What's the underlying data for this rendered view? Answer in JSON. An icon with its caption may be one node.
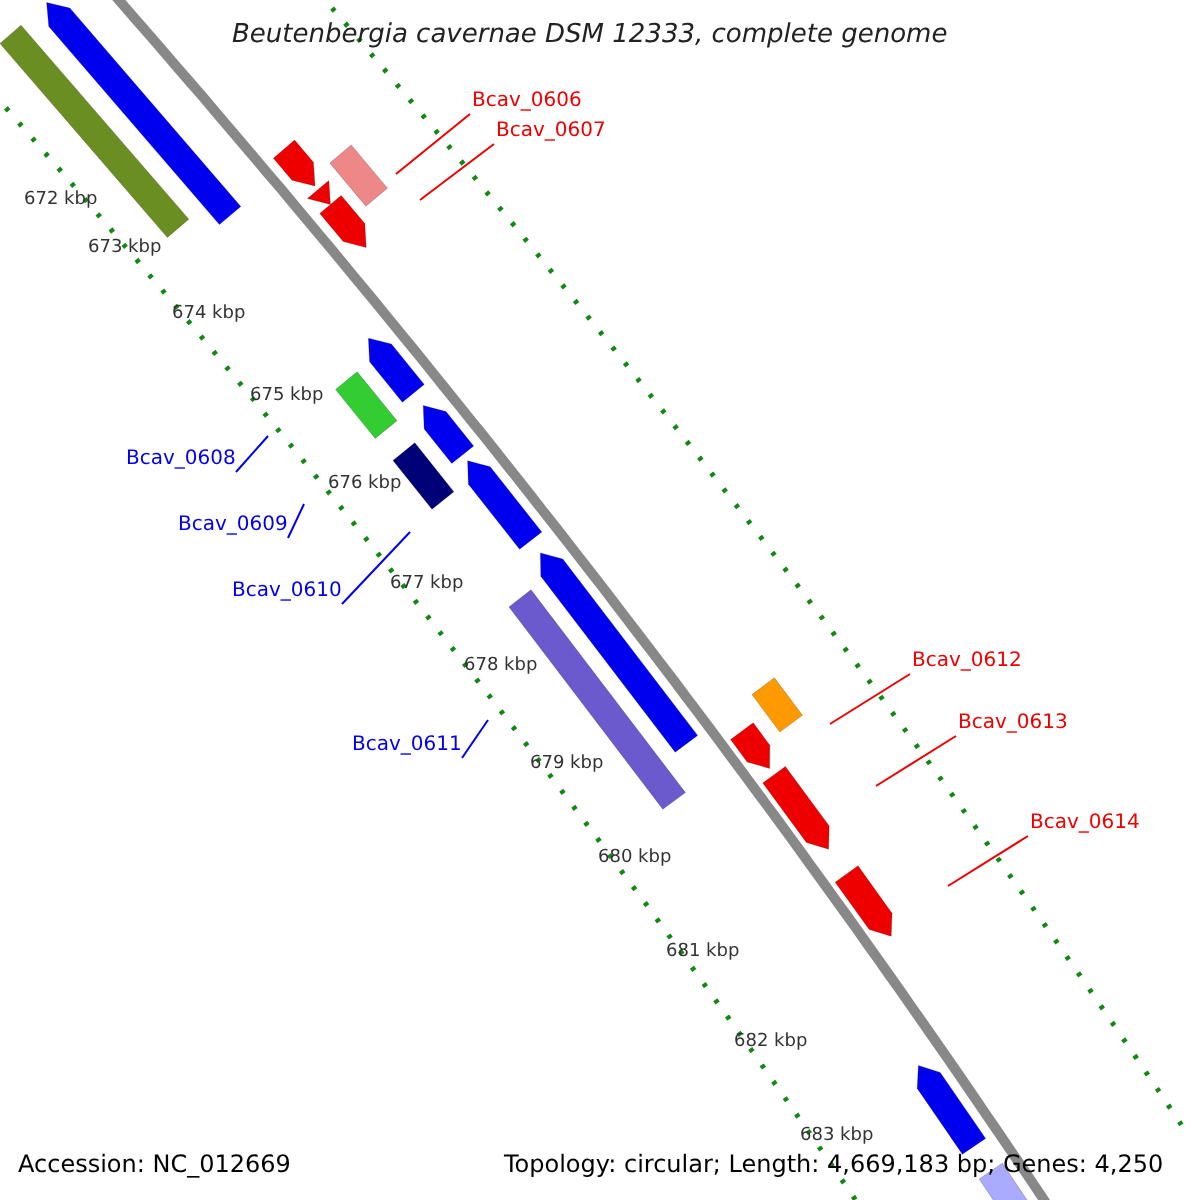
{
  "diagram": {
    "title": "Beutenbergia cavernae DSM 12333, complete genome",
    "nodes": [
      {
        "text": [
          "Bcav_0606"
        ]
      },
      {
        "text": [
          "Bcav_0607"
        ]
      },
      {
        "text": [
          "Bcav_0608"
        ]
      },
      {
        "text": [
          "Bcav_0609"
        ]
      },
      {
        "text": [
          "Bcav_0610"
        ]
      },
      {
        "text": [
          "Bcav_0611"
        ]
      },
      {
        "text": [
          "Bcav_0612"
        ]
      },
      {
        "text": [
          "Bcav_0613"
        ]
      },
      {
        "text": [
          "Bcav_0614"
        ]
      }
    ],
    "edges": [
      {
        "from": 0,
        "to": null,
        "arrow": "none"
      },
      {
        "from": 1,
        "to": null,
        "arrow": "none"
      },
      {
        "from": 2,
        "to": null,
        "arrow": "none",
        "color": "#0000ee"
      },
      {
        "from": 3,
        "to": null,
        "arrow": "none",
        "color": "#0000ee"
      },
      {
        "from": 4,
        "to": null,
        "arrow": "none",
        "color": "#0000ee"
      },
      {
        "from": 5,
        "to": null,
        "arrow": "none",
        "color": "#0000ee"
      },
      {
        "from": 6,
        "to": null,
        "arrow": "none"
      },
      {
        "from": 7,
        "to": null,
        "arrow": "none"
      },
      {
        "from": 8,
        "to": null,
        "arrow": "none"
      }
    ],
    "labels": [
      "672 kbp",
      "673 kbp",
      "674 kbp",
      "675 kbp",
      "676 kbp",
      "677 kbp",
      "678 kbp",
      "679 kbp",
      "680 kbp",
      "681 kbp",
      "682 kbp",
      "683 kbp",
      "Accession: NC_012669",
      "Topology: circular; Length: 4,669,183 bp; Genes: 4,250"
    ]
  }
}
